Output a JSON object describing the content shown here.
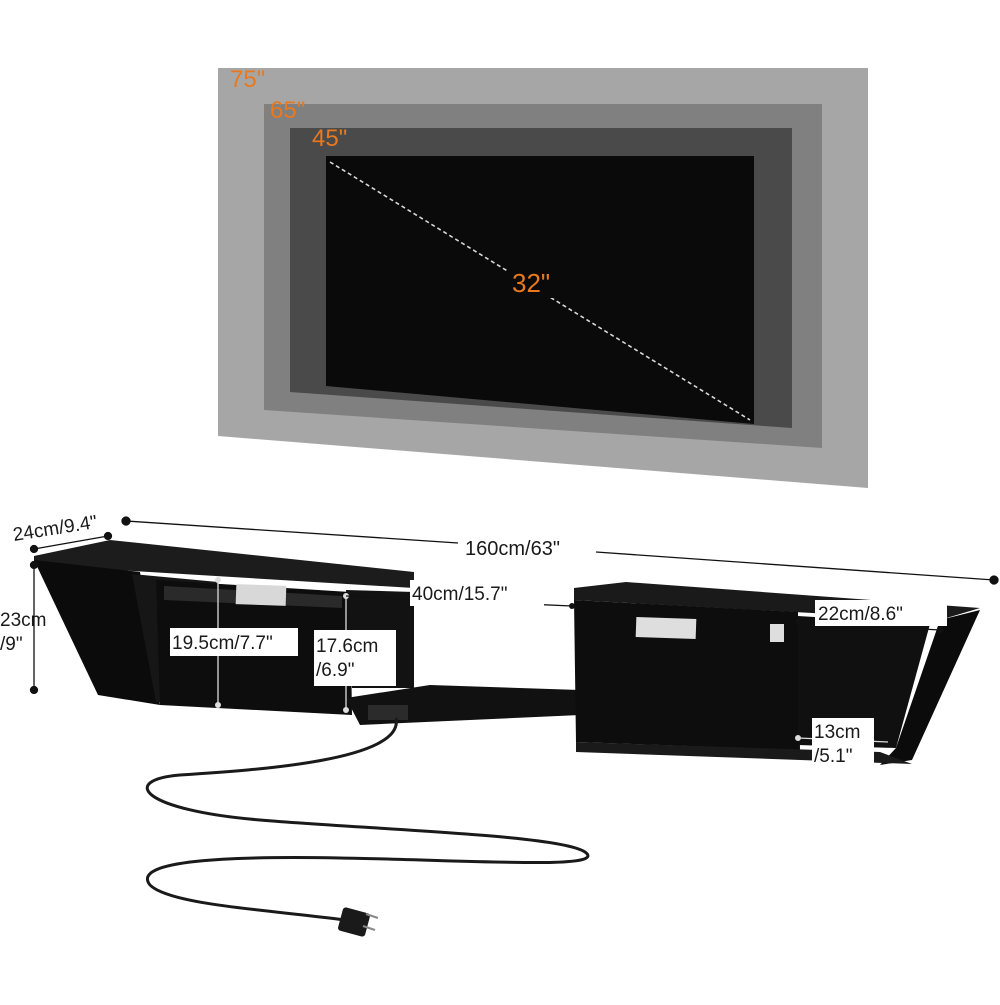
{
  "screen_sizes": {
    "s75": "75\"",
    "s65": "65\"",
    "s45": "45\"",
    "s32": "32\""
  },
  "dimensions": {
    "depth": "24cm/9.4\"",
    "total_width": "160cm/63\"",
    "height_cm": "23cm",
    "height_in": "/9\"",
    "center_opening": "40cm/15.7\"",
    "left_cabinet_height": "19.5cm/7.7\"",
    "center_height_cm": "17.6cm",
    "center_height_in": "/6.9\"",
    "right_shelf_width": "22cm/8.6\"",
    "right_shelf_height_cm": "13cm",
    "right_shelf_height_in": "/5.1\""
  },
  "colors": {
    "label_orange": "#e8791f",
    "cabinet_black": "#0b0b0b",
    "frame_75": "#a6a6a6",
    "frame_65": "#7f7f7f",
    "frame_45": "#4a4a4a",
    "screen_32": "#0a0a0a"
  },
  "icons": {
    "plug": "power-plug-icon"
  }
}
